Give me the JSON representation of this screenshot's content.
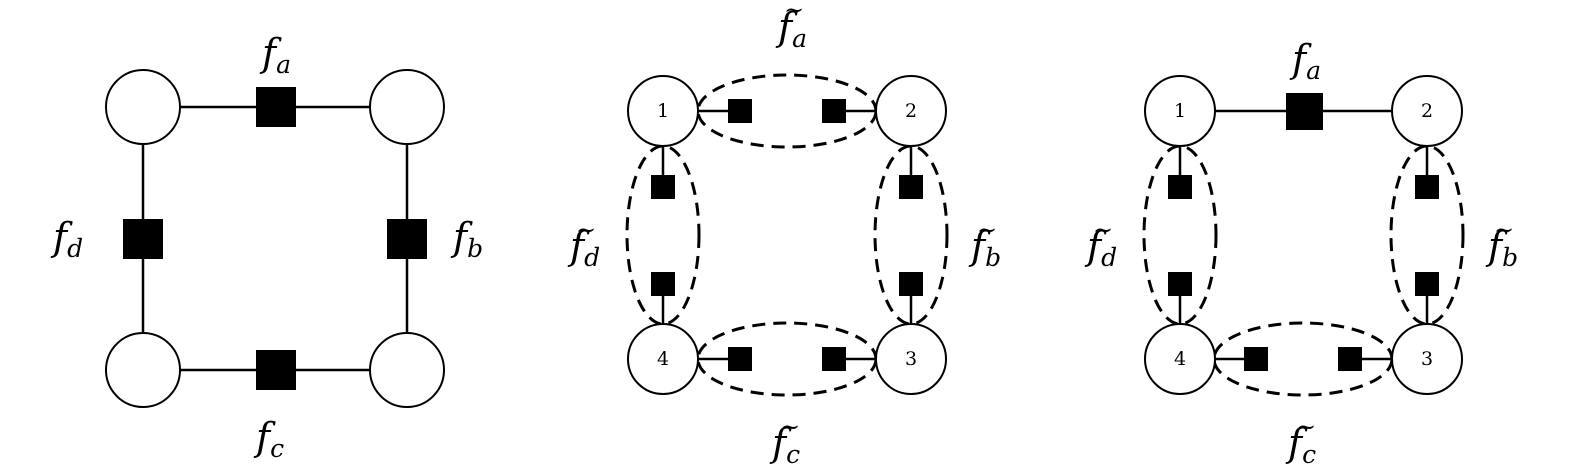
{
  "panels": [
    {
      "id": "panel-1",
      "nodes": [
        "",
        "",
        "",
        ""
      ],
      "factors": {
        "a": {
          "base": "f",
          "sub": "a",
          "tilde": false
        },
        "b": {
          "base": "f",
          "sub": "b",
          "tilde": false
        },
        "c": {
          "base": "f",
          "sub": "c",
          "tilde": false
        },
        "d": {
          "base": "f",
          "sub": "d",
          "tilde": false
        }
      }
    },
    {
      "id": "panel-2",
      "nodes": [
        "1",
        "2",
        "3",
        "4"
      ],
      "factors": {
        "a": {
          "base": "f",
          "sub": "a",
          "tilde": true
        },
        "b": {
          "base": "f",
          "sub": "b",
          "tilde": true
        },
        "c": {
          "base": "f",
          "sub": "c",
          "tilde": true
        },
        "d": {
          "base": "f",
          "sub": "d",
          "tilde": true
        }
      }
    },
    {
      "id": "panel-3",
      "nodes": [
        "1",
        "2",
        "3",
        "4"
      ],
      "factors": {
        "a": {
          "base": "f",
          "sub": "a",
          "tilde": false
        },
        "b": {
          "base": "f",
          "sub": "b",
          "tilde": true
        },
        "c": {
          "base": "f",
          "sub": "c",
          "tilde": true
        },
        "d": {
          "base": "f",
          "sub": "d",
          "tilde": true
        }
      }
    }
  ]
}
